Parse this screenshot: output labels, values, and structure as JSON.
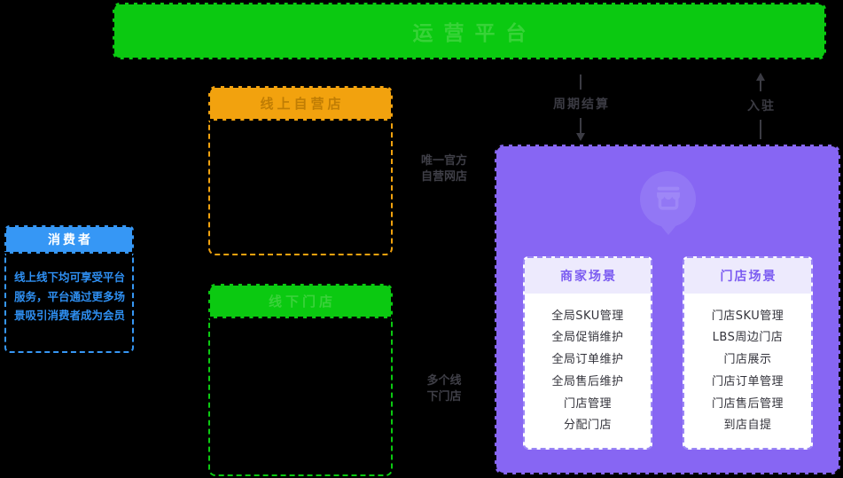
{
  "top_bar": {
    "label": "运营平台"
  },
  "consumer": {
    "title": "消费者",
    "description_lines": [
      "线上线下均可享受平台",
      "服务，平台通过更多场",
      "景吸引消费者成为会员"
    ]
  },
  "online_store": {
    "title": "线上自营店",
    "annotation": {
      "line1": "唯一官方",
      "line2": "自营网店"
    }
  },
  "offline_store": {
    "title": "线下门店",
    "annotation": {
      "line1": "多个线",
      "line2": "下门店"
    }
  },
  "flows": {
    "settlement": {
      "label": "周期结算",
      "direction": "down"
    },
    "onboarding": {
      "label": "入驻",
      "direction": "up"
    }
  },
  "merchant_platform": {
    "icon": "storefront-icon",
    "cards": [
      {
        "title": "商家场景",
        "items": [
          "全局SKU管理",
          "全局促销维护",
          "全局订单维护",
          "全局售后维护",
          "门店管理",
          "分配门店"
        ]
      },
      {
        "title": "门店场景",
        "items": [
          "门店SKU管理",
          "LBS周边门店",
          "门店展示",
          "门店订单管理",
          "门店售后管理",
          "到店自提"
        ]
      }
    ]
  },
  "colors": {
    "background": "#000000",
    "green": "#0bc911",
    "green_text": "#38d338",
    "orange": "#f2a20e",
    "orange_text": "#c07d04",
    "blue": "#3697f5",
    "blue_text": "#2e8ff2",
    "purple": "#8766f3",
    "purple_light": "#9277f5",
    "lavender": "#edeafd",
    "purple_text": "#7b5bf1",
    "card_text": "#33333b",
    "annotation_text": "#3f3f47",
    "arrow": "#3b3b43"
  }
}
